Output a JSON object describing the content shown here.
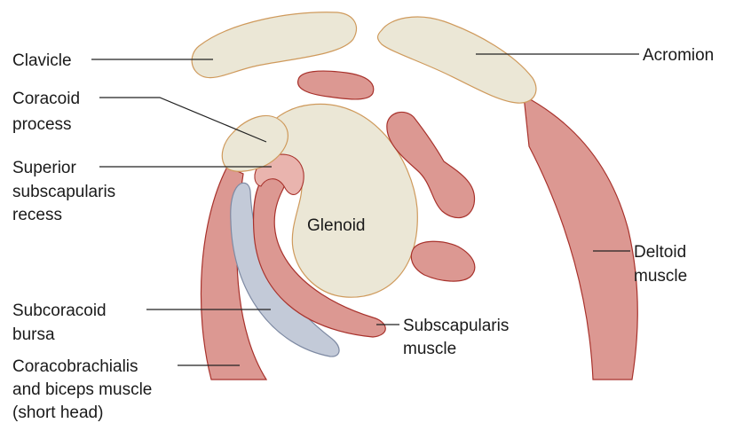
{
  "labels": {
    "clavicle": "Clavicle",
    "acromion": "Acromion",
    "coracoid_1": "Coracoid",
    "coracoid_2": "process",
    "superior_1": "Superior",
    "superior_2": "subscapularis",
    "superior_3": "recess",
    "glenoid": "Glenoid",
    "deltoid_1": "Deltoid",
    "deltoid_2": "muscle",
    "subcoracoid_1": "Subcoracoid",
    "subcoracoid_2": "bursa",
    "subscapularis_1": "Subscapularis",
    "subscapularis_2": "muscle",
    "coracobrachialis_1": "Coracobrachialis",
    "coracobrachialis_2": "and biceps muscle",
    "coracobrachialis_3": "(short head)"
  },
  "colors": {
    "muscle_fill": "#dc9892",
    "muscle_outline": "#a8322c",
    "bone_fill": "#ebe7d6",
    "bone_outline": "#cf9a5c",
    "bursa_fill": "#c3cad8"
  }
}
